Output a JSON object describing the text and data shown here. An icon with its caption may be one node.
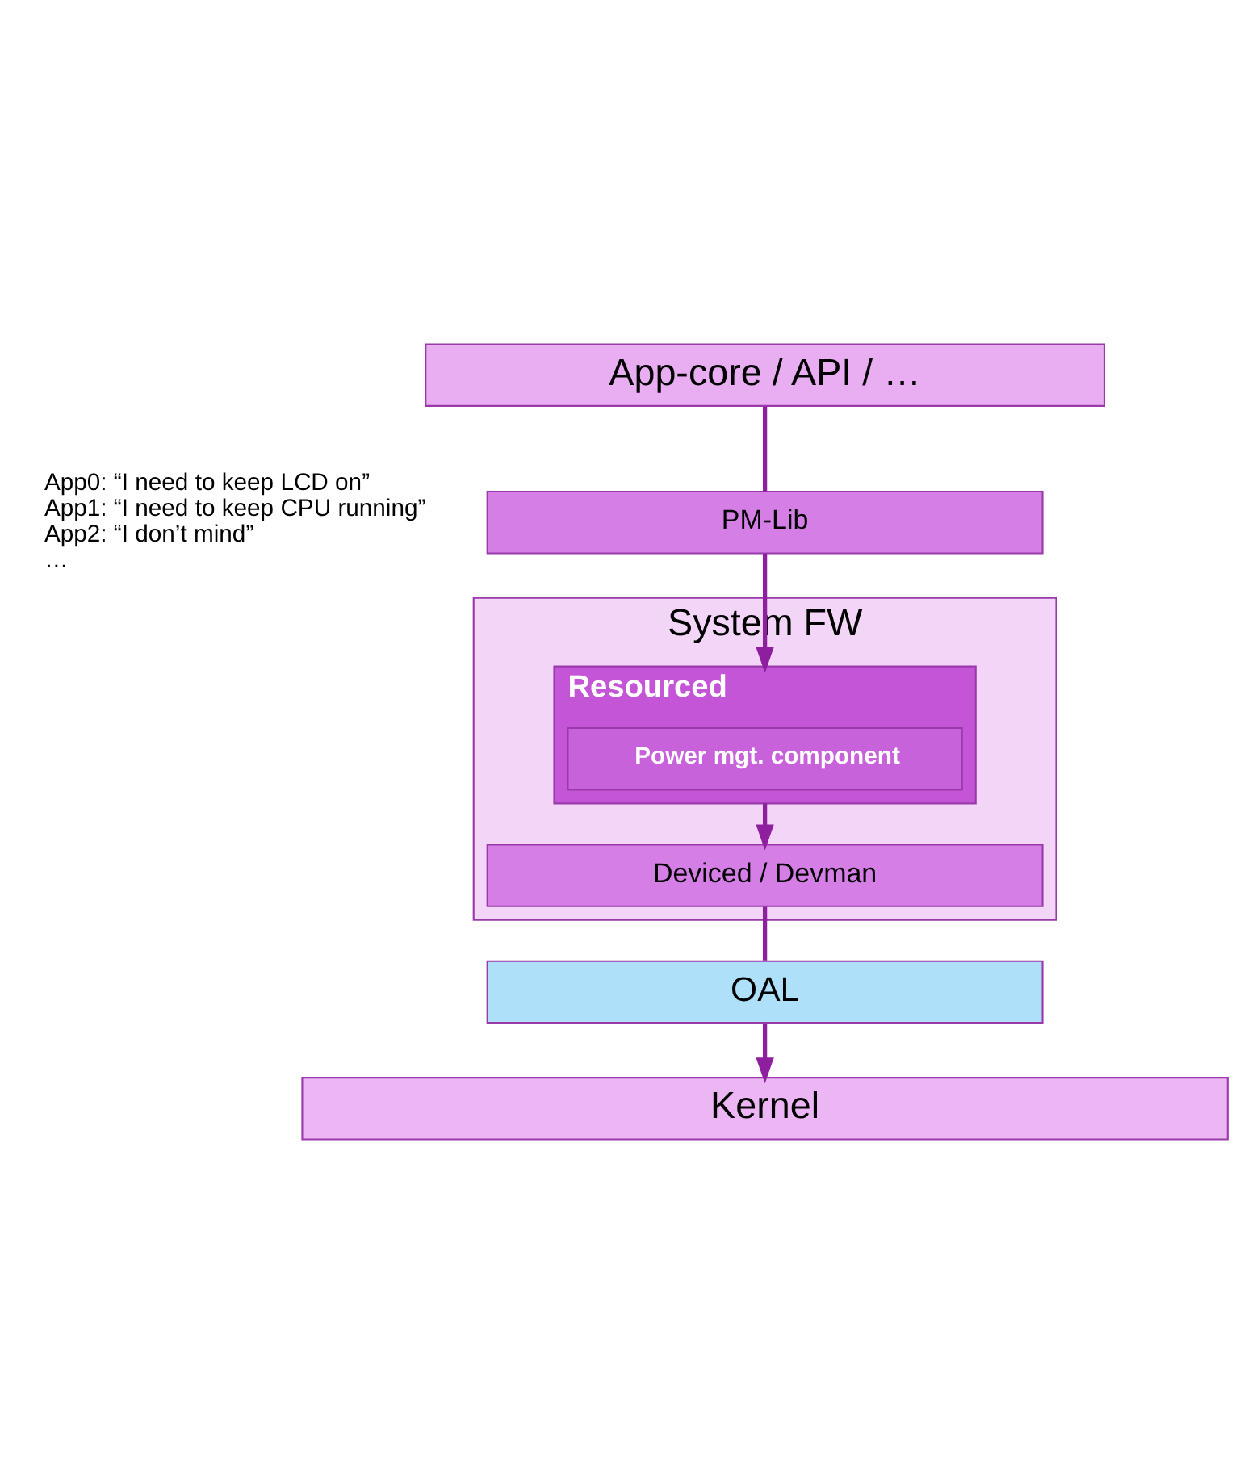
{
  "diagram": {
    "nodes": [
      {
        "text": [
          "App-core / API / …"
        ]
      },
      {
        "text": [
          "PM-Lib"
        ]
      },
      {
        "text": [
          "System FW"
        ]
      },
      {
        "text": [
          "Resourced"
        ],
        "in": 2
      },
      {
        "text": [
          "Power mgt. component"
        ],
        "in": 3
      },
      {
        "text": [
          "Deviced / Devman"
        ],
        "in": 2
      },
      {
        "text": [
          "OAL"
        ]
      },
      {
        "text": [
          "Kernel"
        ]
      }
    ],
    "edges": [
      {
        "from": 0,
        "to": 1,
        "arrow": "none"
      },
      {
        "from": 1,
        "to": 3,
        "arrow": "to"
      },
      {
        "from": 3,
        "to": 5,
        "arrow": "to"
      },
      {
        "from": 5,
        "to": 6,
        "arrow": "none"
      },
      {
        "from": 6,
        "to": 7,
        "arrow": "to"
      }
    ],
    "labels": [
      "App0: “I need to keep LCD on”",
      "App1: “I need to keep CPU running”",
      "App2: “I don’t mind”",
      "…"
    ]
  }
}
